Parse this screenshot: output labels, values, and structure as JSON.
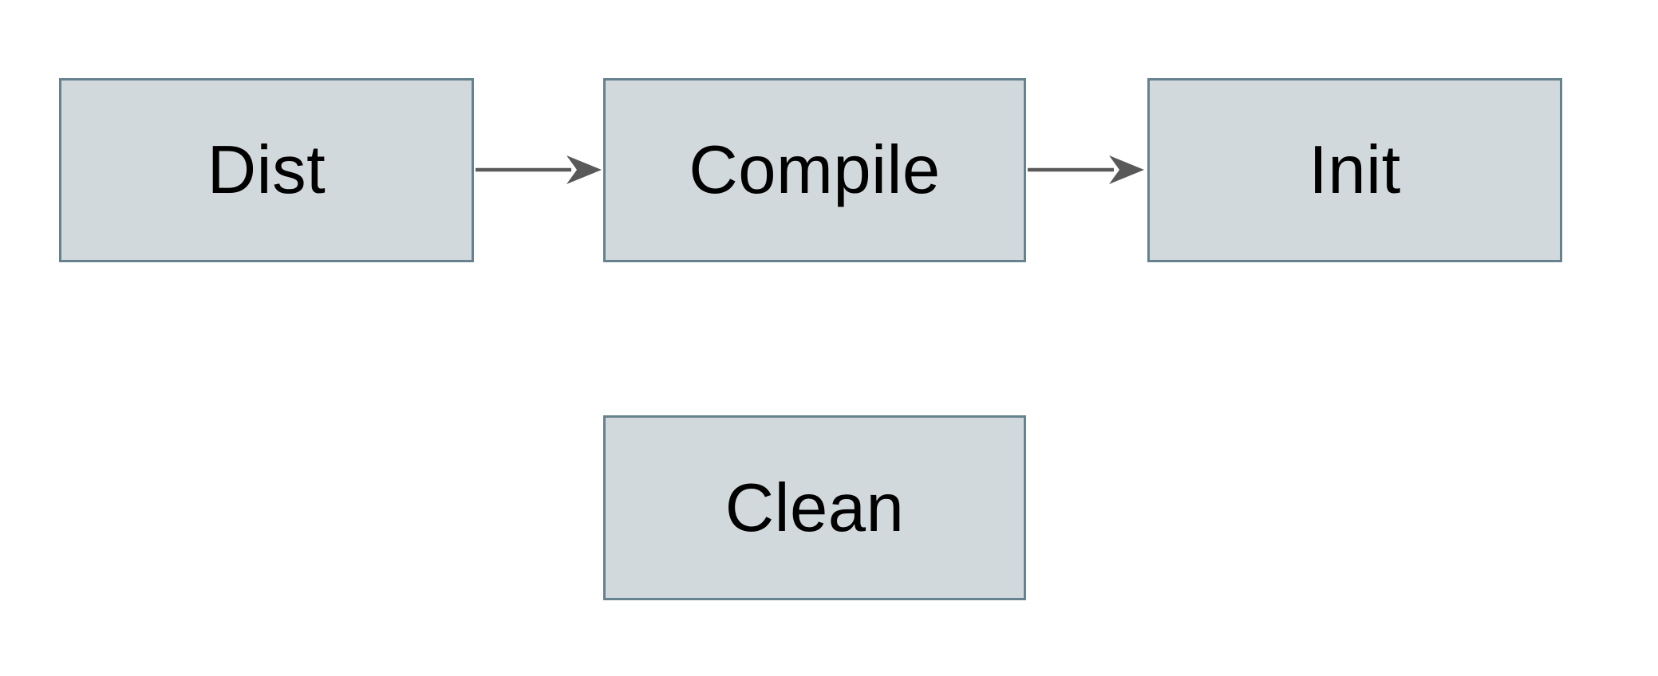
{
  "diagram": {
    "title": "build-tasks-flowchart",
    "nodes": [
      {
        "id": "dist",
        "label": "Dist"
      },
      {
        "id": "compile",
        "label": "Compile"
      },
      {
        "id": "init",
        "label": "Init"
      },
      {
        "id": "clean",
        "label": "Clean"
      }
    ],
    "edges": [
      {
        "from": "dist",
        "to": "compile",
        "direction": "right"
      },
      {
        "from": "compile",
        "to": "init",
        "direction": "right"
      }
    ]
  },
  "colors": {
    "node_fill": "#d2d9dc",
    "node_border": "#66828f",
    "arrow": "#595959",
    "text": "#000000",
    "background": "#ffffff"
  }
}
